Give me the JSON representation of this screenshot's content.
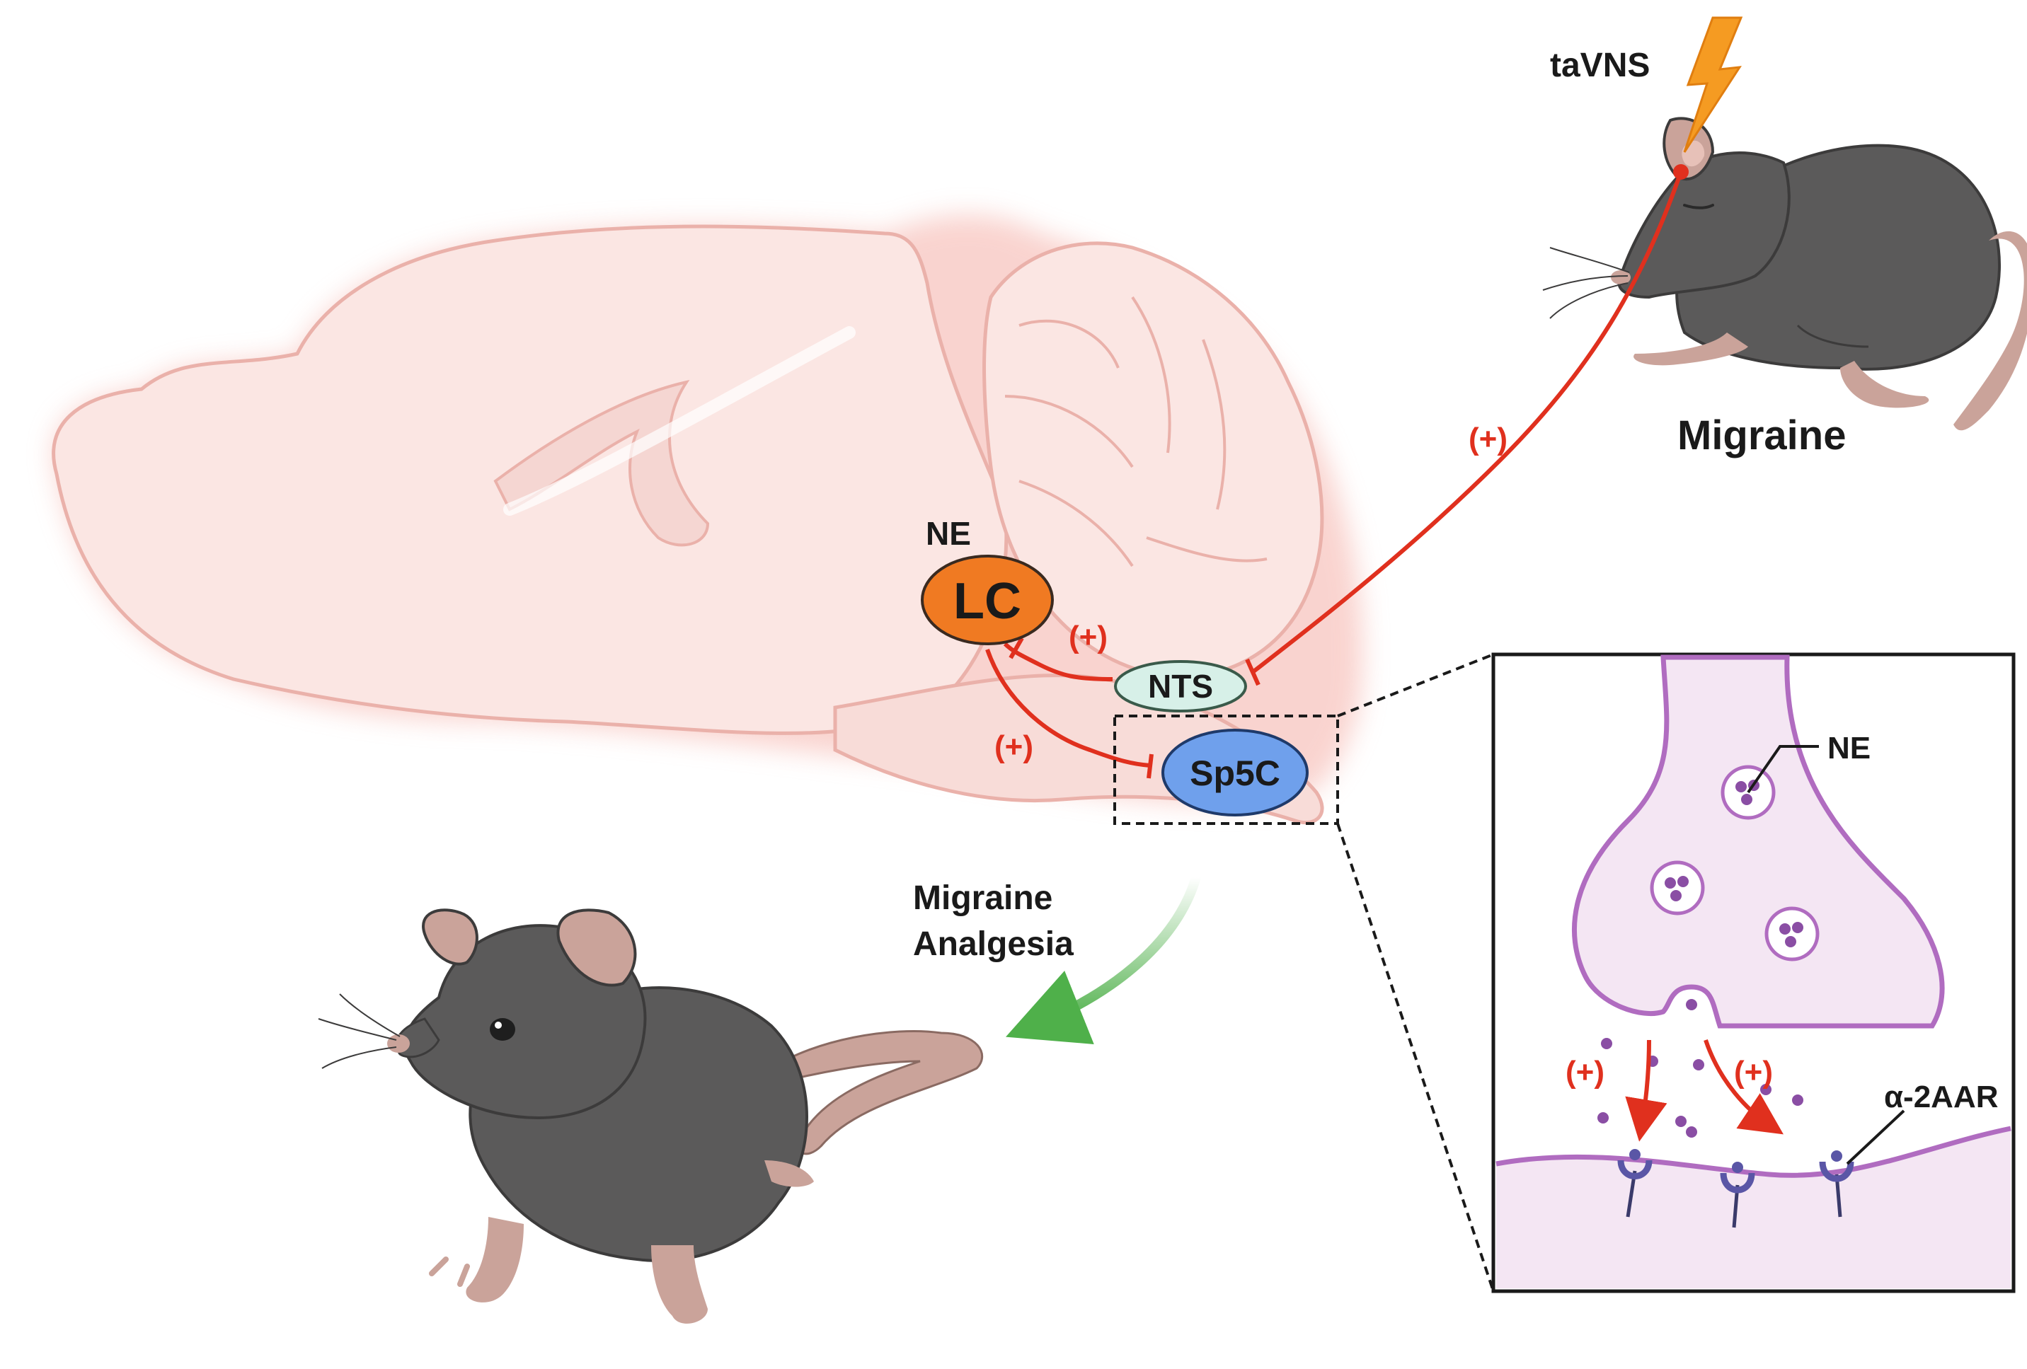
{
  "labels": {
    "tavns": "taVNS",
    "migraine": "Migraine",
    "ne_top": "NE",
    "lc": "LC",
    "nts": "NTS",
    "sp5c": "Sp5C",
    "analgesia_line1": "Migraine",
    "analgesia_line2": "Analgesia",
    "ne_inset": "NE",
    "receptor": "α-2AAR",
    "plus": "(+)"
  },
  "colors": {
    "pathway_red": "#e0301e",
    "lc_orange": "#f07a22",
    "nts_teal": "#d7f0e8",
    "sp5c_blue": "#6fa0ec",
    "brain_pink": "#f7dcd8",
    "synapse_purple": "#b06cc0",
    "analgesia_green": "#4fb04a"
  },
  "icons": {
    "stimulus": "lightning-bolt-icon",
    "mouse_top": "mouse-crouching-icon",
    "mouse_bottom": "mouse-standing-icon",
    "brain": "mouse-brain-sagittal-icon"
  }
}
